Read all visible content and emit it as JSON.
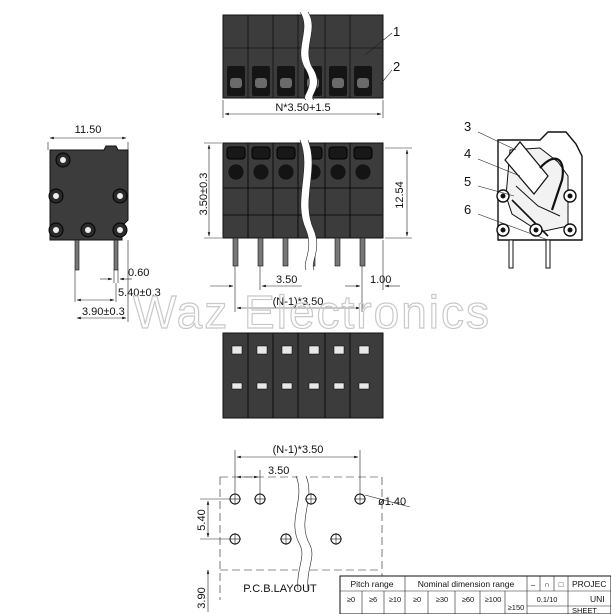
{
  "callouts": [
    "1",
    "2",
    "3",
    "4",
    "5",
    "6"
  ],
  "dimensions": {
    "top_width": "N*3.50+1.5",
    "side_width": "11.50",
    "front_height_a": "3.50±0.3",
    "front_height_b": "12.54",
    "pin_pitch": "3.50",
    "pin_offset": "1.00",
    "pin_span": "(N-1)*3.50",
    "pin_width": "0.60",
    "pin_depth_a": "5.40±0.3",
    "pin_depth_b": "3.90±0.3"
  },
  "pcb": {
    "title": "P.C.B.LAYOUT",
    "span": "(N-1)*3.50",
    "pitch": "3.50",
    "hole": "ø1.40",
    "row_spacing": "5.40",
    "edge": "3.90"
  },
  "title_block": {
    "pitch_range": "Pitch range",
    "nominal": "Nominal dimension range",
    "pitch_cols": [
      "≥0",
      "≥6",
      "≥10"
    ],
    "nominal_cols": [
      "≥0",
      "≥30",
      "≥60",
      "≥100",
      "≥150"
    ],
    "tolerance": "0.1/10",
    "project": "PROJEC",
    "unit": "UNI",
    "sheet": "SHEET"
  },
  "watermark": "Waz Electronics"
}
